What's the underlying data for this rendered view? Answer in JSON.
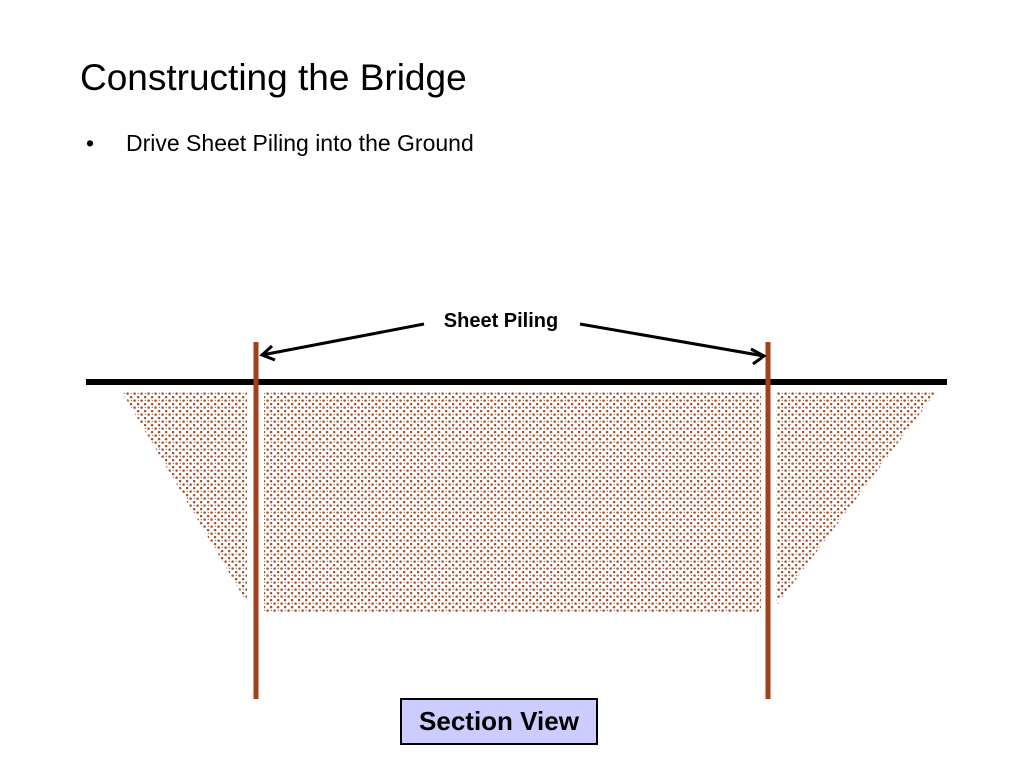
{
  "slide": {
    "title": "Constructing the Bridge",
    "bullets": [
      "Drive Sheet Piling into the Ground"
    ]
  },
  "diagram": {
    "label": "Sheet Piling",
    "caption": "Section View",
    "colors": {
      "ground_line": "#000000",
      "piling": "#a0411c",
      "soil_dots": "#a0522d",
      "caption_fill": "#ccccff",
      "caption_border": "#000000"
    }
  }
}
